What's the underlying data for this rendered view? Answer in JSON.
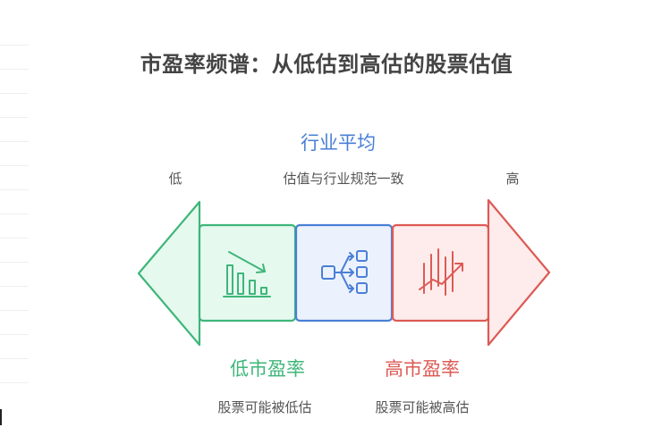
{
  "title": "市盈率频谱：从低估到高估的股票估值",
  "center": {
    "heading": "行业平均",
    "description": "估值与行业规范一致",
    "color": "#4a7fd6",
    "fill": "#ecf2fd",
    "icon": "distribution-icon"
  },
  "low": {
    "tag": "低",
    "heading": "低市盈率",
    "description": "股票可能被低估",
    "color": "#3fb67a",
    "fill": "#e6f9ef",
    "icon": "declining-bar-chart-icon"
  },
  "high": {
    "tag": "高",
    "heading": "高市盈率",
    "description": "股票可能被高估",
    "color": "#dd5a55",
    "fill": "#fdeceb",
    "icon": "rising-trend-icon"
  }
}
